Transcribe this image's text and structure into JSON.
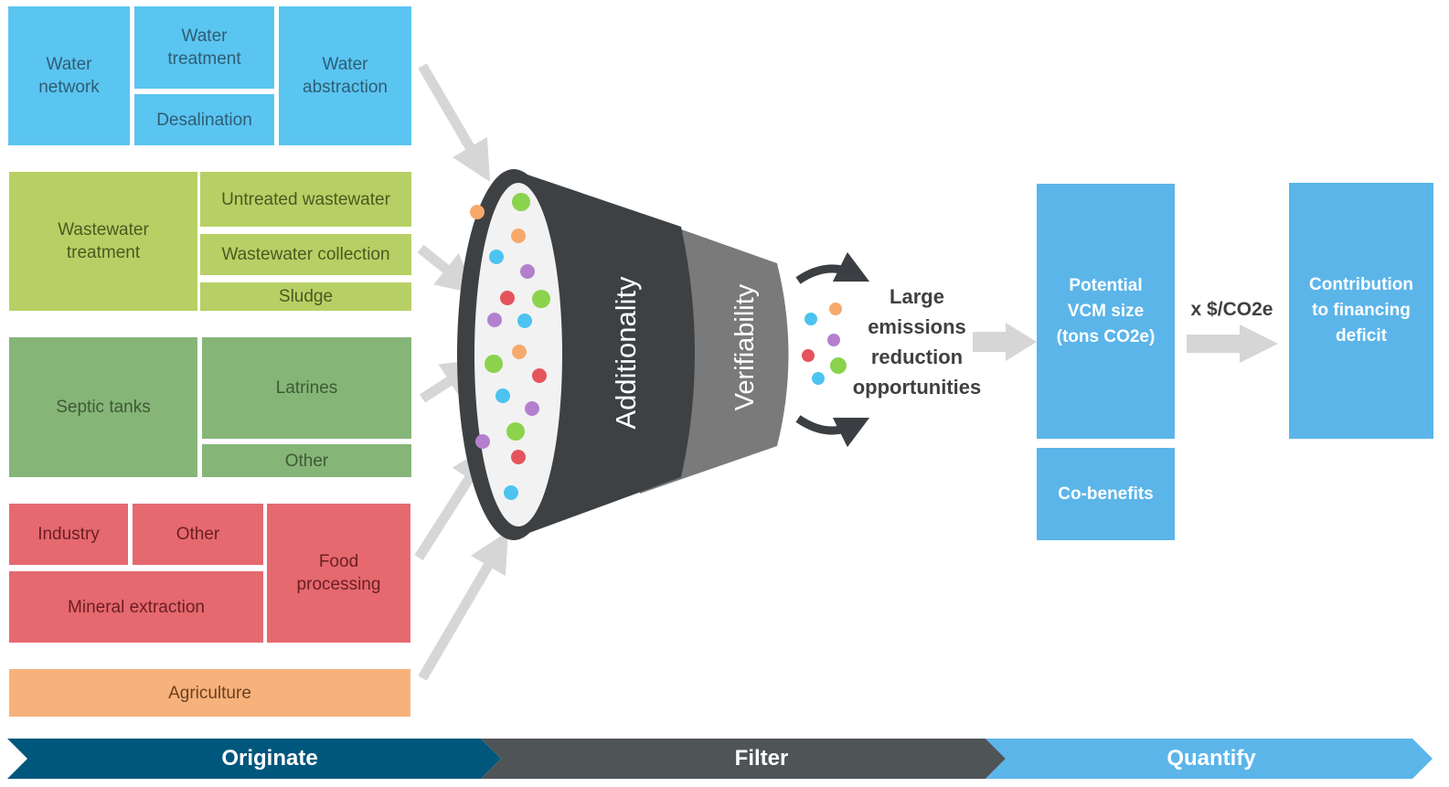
{
  "sources": {
    "water": {
      "network": "Water\nnetwork",
      "treatment": "Water\ntreatment",
      "desalination": "Desalination",
      "abstraction": "Water\nabstraction"
    },
    "wastewater": {
      "treatment": "Wastewater\ntreatment",
      "untreated": "Untreated wastewater",
      "collection": "Wastewater collection",
      "sludge": "Sludge"
    },
    "sanitation": {
      "septic": "Septic tanks",
      "latrines": "Latrines",
      "other": "Other"
    },
    "industrial": {
      "industry": "Industry",
      "other": "Other",
      "food": "Food\nprocessing",
      "mineral": "Mineral extraction"
    },
    "agriculture": "Agriculture"
  },
  "funnel": {
    "stage1": "Additionality",
    "stage2": "Verifiability"
  },
  "output_label": "Large\nemissions\nreduction\nopportunities",
  "quantify": {
    "vcm": "Potential\nVCM size\n(tons CO2e)",
    "cobenefits": "Co-benefits",
    "multiplier": "x $/CO2e",
    "contribution": "Contribution\nto financing\ndeficit"
  },
  "stages": [
    "Originate",
    "Filter",
    "Quantify"
  ],
  "colors": {
    "water": "#5bc5f2",
    "wastewater": "#b7d065",
    "sanitation": "#86b578",
    "industrial": "#e5696f",
    "agriculture": "#f7b27b",
    "quantify": "#5bb5e9",
    "originate": "#00577d",
    "filter": "#4f5457",
    "dot_colors": [
      "#f7a96b",
      "#8bd34d",
      "#4cc3f0",
      "#b57fd0",
      "#e5545c"
    ]
  }
}
